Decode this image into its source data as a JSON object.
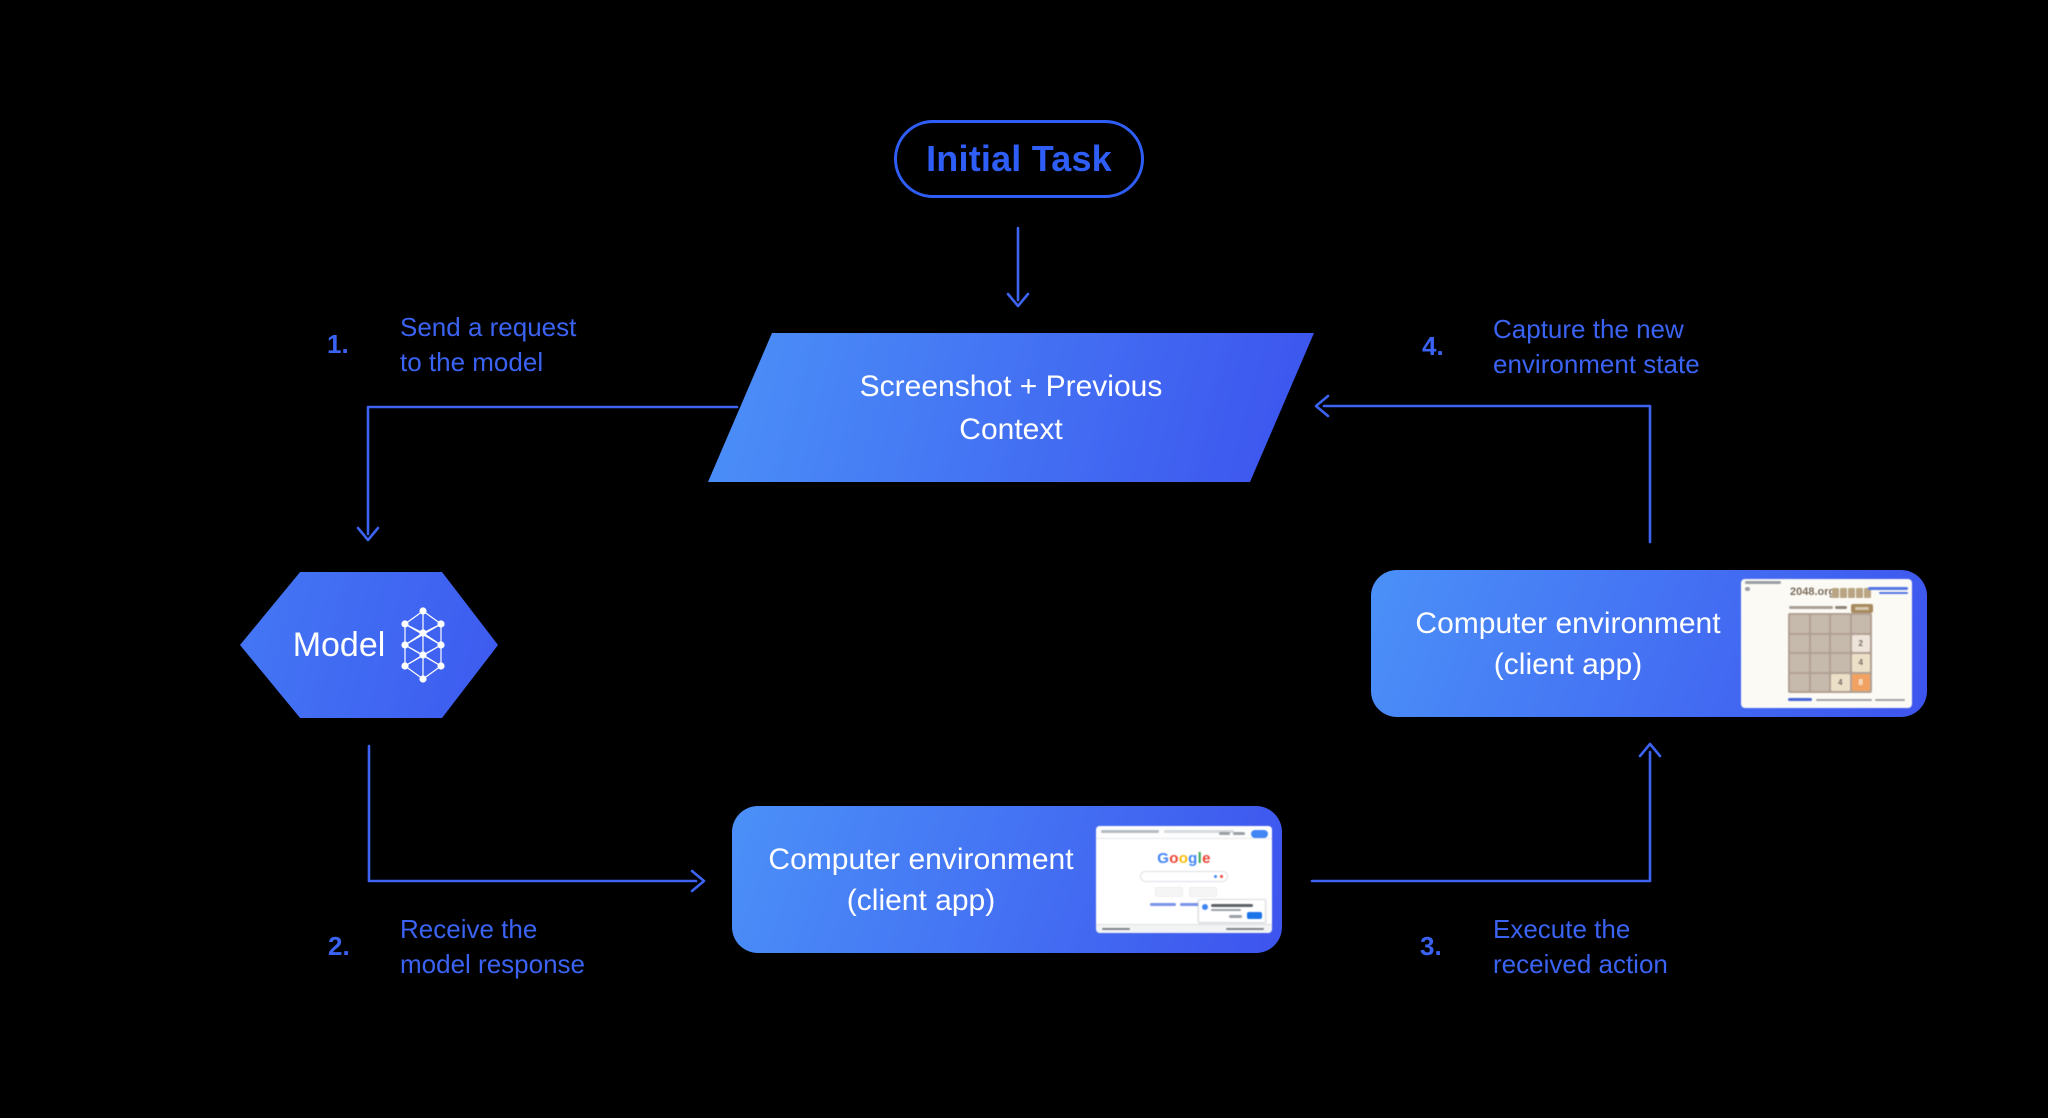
{
  "diagram": {
    "title_semantics": "computer-use agent loop",
    "colors": {
      "background": "#000000",
      "accent_line_blue": "#3d63f2",
      "label_blue": "#3b63f3",
      "pill_blue": "#2e5ef6",
      "shape_gradient_start": "#4b91f8",
      "shape_gradient_end": "#3c53ee",
      "tile_8_orange": "#f1a262"
    },
    "initial_task": {
      "label": "Initial Task"
    },
    "screenshot_context": {
      "line1": "Screenshot + Previous",
      "line2": "Context"
    },
    "model": {
      "label": "Model"
    },
    "env_bottom": {
      "line1": "Computer environment",
      "line2": "(client app)"
    },
    "env_right": {
      "line1": "Computer environment",
      "line2": "(client app)"
    },
    "steps": [
      {
        "num": "1.",
        "line1": "Send a request",
        "line2": "to the model"
      },
      {
        "num": "2.",
        "line1": "Receive the",
        "line2": "model response"
      },
      {
        "num": "3.",
        "line1": "Execute the",
        "line2": "received action"
      },
      {
        "num": "4.",
        "line1": "Capture the new",
        "line2": "environment state"
      }
    ],
    "thumbnails": {
      "google": {
        "logo_letters": [
          "G",
          "o",
          "o",
          "g",
          "l",
          "e"
        ],
        "logo_colors": [
          "#4285F4",
          "#EA4335",
          "#FBBC05",
          "#4285F4",
          "#34A853",
          "#EA4335"
        ]
      },
      "game2048": {
        "title": "2048.org",
        "tiles": [
          "2",
          "4",
          "4",
          "8"
        ]
      }
    }
  }
}
